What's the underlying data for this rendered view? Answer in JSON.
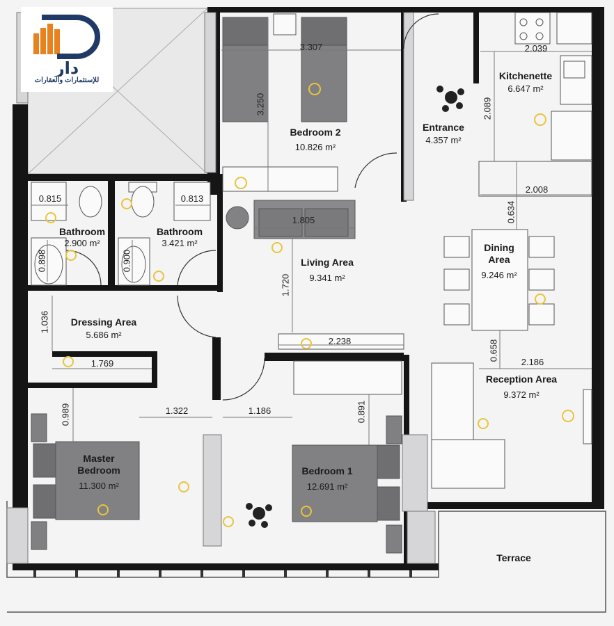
{
  "logo": {
    "tagline": "للإستثمارات والعقارات",
    "colors": {
      "navy": "#1f3a66",
      "orange": "#e8821f"
    }
  },
  "rooms": [
    {
      "id": "bedroom2",
      "name": "Bedroom 2",
      "area": "10.826 m²"
    },
    {
      "id": "kitchenette",
      "name": "Kitchenette",
      "area": "6.647 m²"
    },
    {
      "id": "entrance",
      "name": "Entrance",
      "area": "4.357 m²"
    },
    {
      "id": "bathroom1",
      "name": "Bathroom",
      "area": "2.900 m²"
    },
    {
      "id": "bathroom2",
      "name": "Bathroom",
      "area": "3.421 m²"
    },
    {
      "id": "living",
      "name": "Living Area",
      "area": "9.341 m²"
    },
    {
      "id": "dining",
      "name": "Dining\nArea",
      "area": "9.246 m²"
    },
    {
      "id": "dressing",
      "name": "Dressing Area",
      "area": "5.686 m²"
    },
    {
      "id": "reception",
      "name": "Reception Area",
      "area": "9.372 m²"
    },
    {
      "id": "master",
      "name": "Master\nBedroom",
      "area": "11.300 m²"
    },
    {
      "id": "bedroom1",
      "name": "Bedroom 1",
      "area": "12.691 m²"
    },
    {
      "id": "terrace",
      "name": "Terrace",
      "area": ""
    }
  ],
  "dimensions": {
    "bedroom2_width": "3.307",
    "bedroom2_depth": "3.250",
    "kitchen_width": "2.039",
    "kitchen_depth": "2.089",
    "dining_width": "2.008",
    "dining_gap": "0.634",
    "bath1_width": "0.815",
    "bath1_depth": "0.898",
    "bath2_width": "0.813",
    "bath2_depth": "0.900",
    "living_sofa": "1.805",
    "living_depth": "1.720",
    "living_width": "2.238",
    "dressing_depth": "1.036",
    "dressing_width": "1.769",
    "reception_gap": "0.658",
    "reception_width": "2.186",
    "master_gap": "0.989",
    "master_width": "1.322",
    "bedroom1_left": "1.186",
    "bedroom1_gap": "0.891"
  },
  "colors": {
    "wall": "#151515",
    "floor": "#f4f4f5",
    "furniture": "#7d7d80",
    "marker": "#e8c53a"
  }
}
